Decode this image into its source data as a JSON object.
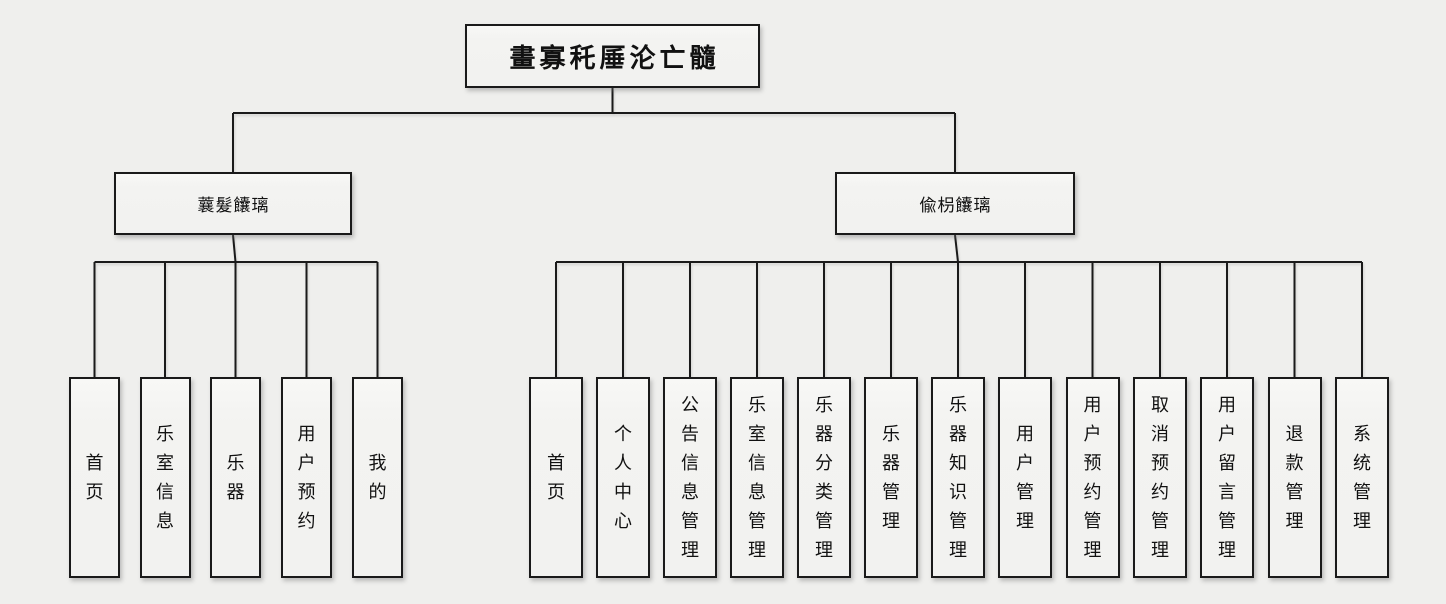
{
  "tree": {
    "root": "畫寡秅厜沦亡髓",
    "branches": [
      {
        "label": "蘘髮饢璃",
        "children": [
          "首页",
          "乐室信息",
          "乐器",
          "用户预约",
          "我的"
        ]
      },
      {
        "label": "偸枴饢璃",
        "children": [
          "首页",
          "个人中心",
          "公告信息管理",
          "乐室信息管理",
          "乐器分类管理",
          "乐器管理",
          "乐器知识管理",
          "用户管理",
          "用户预约管理",
          "取消预约管理",
          "用户留言管理",
          "退款管理",
          "系统管理"
        ]
      }
    ]
  },
  "colors": {
    "background": "#efefed",
    "box_fill": "#f2f2f0",
    "line": "#1a1a1a",
    "text": "#111111"
  }
}
